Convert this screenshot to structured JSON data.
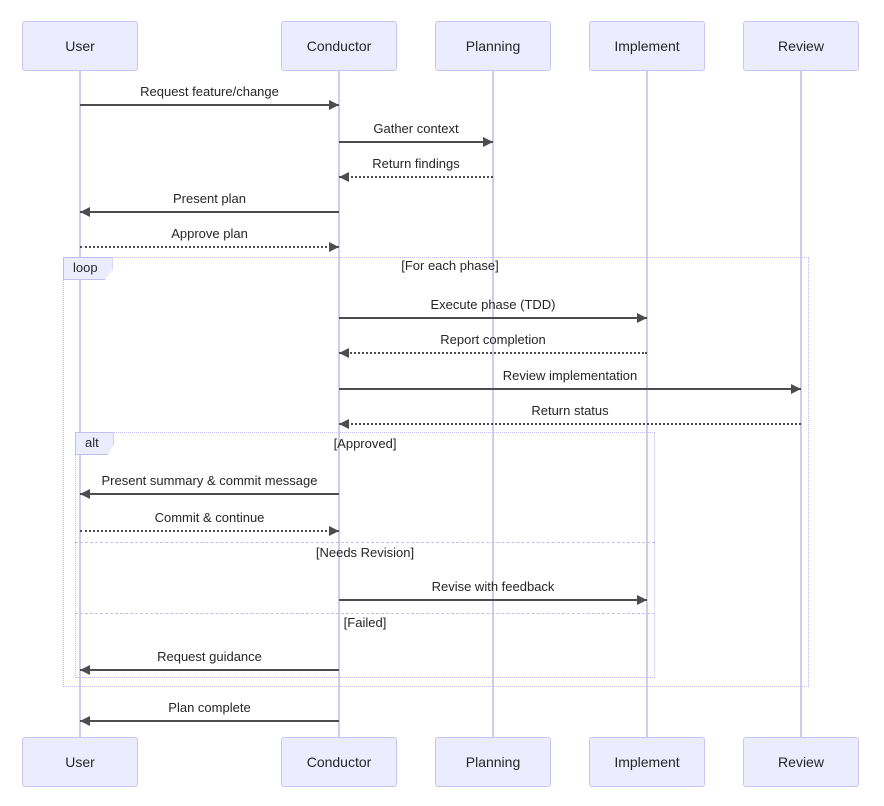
{
  "diagram_type": "sequence-diagram",
  "colors": {
    "background": "#ffffff",
    "actor_fill": "#ECECFF",
    "actor_border": "#c9c5f2",
    "lifeline": "#cfccec",
    "frame_border": "#c3bef0",
    "label_fill": "#ECECFF",
    "arrow": "#4d4d4d",
    "text": "#262626"
  },
  "actors": [
    {
      "name": "User"
    },
    {
      "name": "Conductor"
    },
    {
      "name": "Planning"
    },
    {
      "name": "Implement"
    },
    {
      "name": "Review"
    }
  ],
  "messages": [
    {
      "text": "Request feature/change",
      "from": "User",
      "to": "Conductor",
      "line": "solid"
    },
    {
      "text": "Gather context",
      "from": "Conductor",
      "to": "Planning",
      "line": "solid"
    },
    {
      "text": "Return findings",
      "from": "Planning",
      "to": "Conductor",
      "line": "dotted"
    },
    {
      "text": "Present plan",
      "from": "Conductor",
      "to": "User",
      "line": "solid"
    },
    {
      "text": "Approve plan",
      "from": "User",
      "to": "Conductor",
      "line": "dotted"
    },
    {
      "text": "Execute phase (TDD)",
      "from": "Conductor",
      "to": "Implement",
      "line": "solid"
    },
    {
      "text": "Report completion",
      "from": "Implement",
      "to": "Conductor",
      "line": "dotted"
    },
    {
      "text": "Review implementation",
      "from": "Conductor",
      "to": "Review",
      "line": "solid"
    },
    {
      "text": "Return status",
      "from": "Review",
      "to": "Conductor",
      "line": "dotted"
    },
    {
      "text": "Present summary & commit message",
      "from": "Conductor",
      "to": "User",
      "line": "solid"
    },
    {
      "text": "Commit & continue",
      "from": "User",
      "to": "Conductor",
      "line": "dotted"
    },
    {
      "text": "Revise with feedback",
      "from": "Conductor",
      "to": "Implement",
      "line": "solid"
    },
    {
      "text": "Request guidance",
      "from": "Conductor",
      "to": "User",
      "line": "solid"
    },
    {
      "text": "Plan complete",
      "from": "Conductor",
      "to": "User",
      "line": "solid"
    }
  ],
  "frames": [
    {
      "kind": "loop",
      "label": "loop",
      "title": "[For each phase]"
    },
    {
      "kind": "alt",
      "label": "alt",
      "sections": [
        {
          "title": "[Approved]"
        },
        {
          "title": "[Needs Revision]"
        },
        {
          "title": "[Failed]"
        }
      ]
    }
  ]
}
